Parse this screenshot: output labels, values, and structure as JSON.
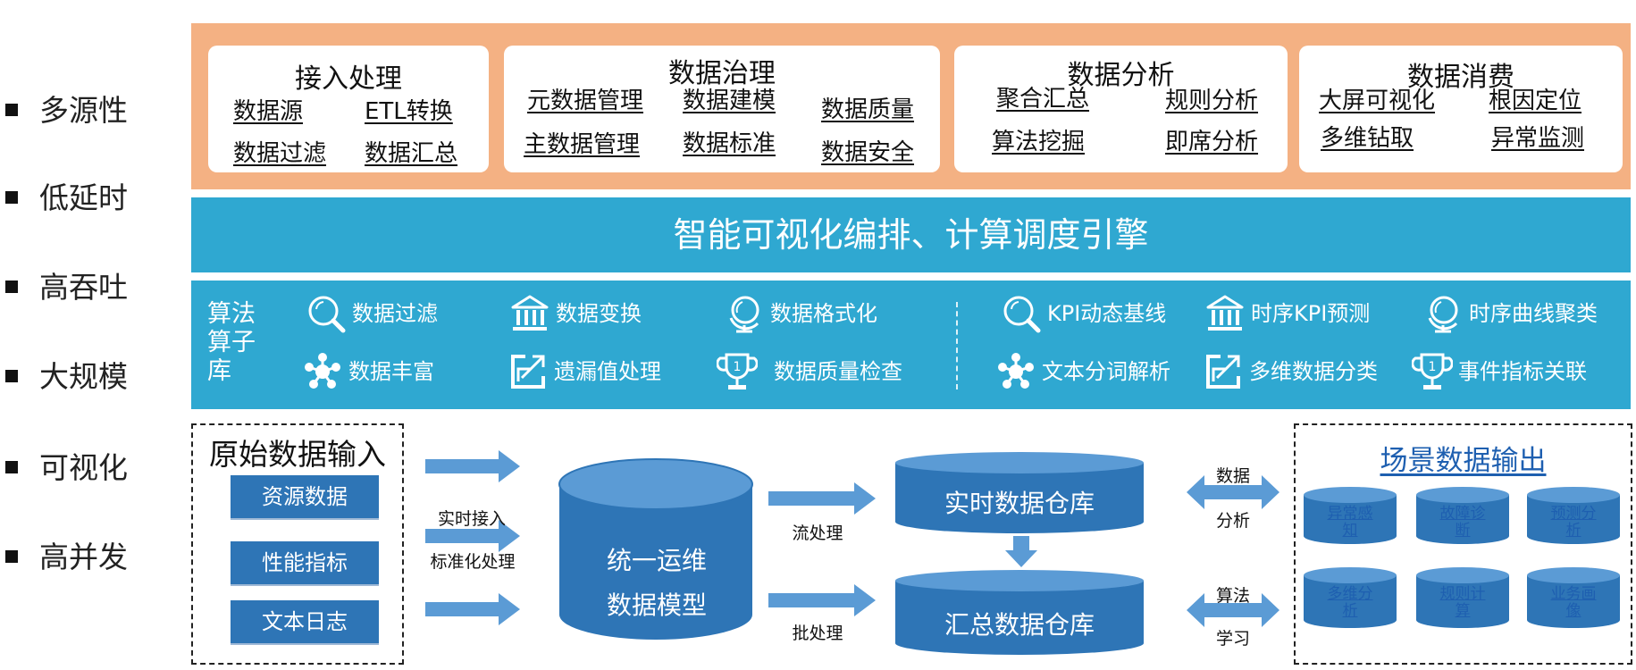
{
  "features": [
    "多源性",
    "低延时",
    "高吞吐",
    "大规模",
    "可视化",
    "高并发"
  ],
  "top_sections": {
    "ingest": {
      "title": "接入处理",
      "items": [
        "数据源",
        "ETL转换",
        "数据过滤",
        "数据汇总"
      ]
    },
    "governance": {
      "title": "数据治理",
      "items": [
        "元数据管理",
        "数据建模",
        "数据质量",
        "主数据管理",
        "数据标准",
        "数据安全"
      ]
    },
    "analysis": {
      "title": "数据分析",
      "items": [
        "聚合汇总",
        "规则分析",
        "算法挖掘",
        "即席分析"
      ]
    },
    "consumption": {
      "title": "数据消费",
      "items": [
        "大屏可视化",
        "根因定位",
        "多维钻取",
        "异常监测"
      ]
    }
  },
  "engine": {
    "title": "智能可视化编排、计算调度引擎"
  },
  "algorithm_library": {
    "label": "算法算子库",
    "items": [
      {
        "icon": "magnifier-icon",
        "label": "数据过滤"
      },
      {
        "icon": "bank-icon",
        "label": "数据变换"
      },
      {
        "icon": "globe-icon",
        "label": "数据格式化"
      },
      {
        "icon": "molecule-icon",
        "label": "数据丰富"
      },
      {
        "icon": "share-icon",
        "label": "遗漏值处理"
      },
      {
        "icon": "trophy-icon",
        "label": "数据质量检查"
      },
      {
        "icon": "magnifier-icon",
        "label": "KPI动态基线"
      },
      {
        "icon": "bank-icon",
        "label": "时序KPI预测"
      },
      {
        "icon": "globe-icon",
        "label": "时序曲线聚类"
      },
      {
        "icon": "molecule-icon",
        "label": "文本分词解析"
      },
      {
        "icon": "share-icon",
        "label": "多维数据分类"
      },
      {
        "icon": "trophy-icon",
        "label": "事件指标关联"
      }
    ]
  },
  "flow": {
    "input_title": "原始数据输入",
    "inputs": [
      "资源数据",
      "性能指标",
      "文本日志"
    ],
    "ingest_label_1": "实时接入",
    "ingest_label_2": "标准化处理",
    "model_line_1": "统一运维",
    "model_line_2": "数据模型",
    "stream_label": "流处理",
    "batch_label": "批处理",
    "realtime_wh": "实时数据仓库",
    "summary_wh": "汇总数据仓库",
    "link_top_1": "数据",
    "link_top_2": "分析",
    "link_bottom_1": "算法",
    "link_bottom_2": "学习",
    "output_title": "场景数据输出",
    "outputs": [
      {
        "line1": "异常感",
        "line2": "知"
      },
      {
        "line1": "故障诊",
        "line2": "断"
      },
      {
        "line1": "预测分",
        "line2": "析"
      },
      {
        "line1": "多维分",
        "line2": "析"
      },
      {
        "line1": "规则计",
        "line2": "算"
      },
      {
        "line1": "业务画",
        "line2": "像"
      }
    ]
  },
  "colors": {
    "orange_band": "#f4b183",
    "cyan_band": "#2fa8d1",
    "blue_primary": "#2e75b6",
    "arrow_blue": "#5b9bd5",
    "output_link": "#1e5fb0"
  }
}
